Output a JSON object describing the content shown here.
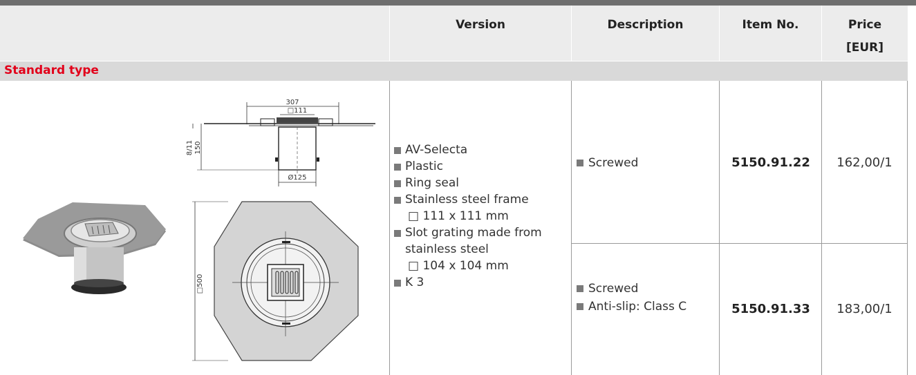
{
  "header": {
    "version": "Version",
    "description": "Description",
    "item_no": "Item No.",
    "price_line1": "Price",
    "price_line2": "[EUR]"
  },
  "section": {
    "title": "Standard type"
  },
  "drawing": {
    "dim_width": "307",
    "dim_frame": "□111",
    "dim_height_small": "8/11",
    "dim_height": "150",
    "dim_pipe": "Ø125",
    "dim_plan": "□500"
  },
  "version_list": [
    "AV-Selecta",
    "Plastic",
    "Ring seal",
    "Stainless steel frame",
    "□ 111 x 111 mm",
    "Slot grating made from",
    "stainless steel",
    "□ 104 x 104 mm",
    "K 3"
  ],
  "rows": [
    {
      "desc": [
        "Screwed"
      ],
      "item": "5150.91.22",
      "price": "162,00/1"
    },
    {
      "desc": [
        "Screwed",
        "Anti-slip: Class C"
      ],
      "item": "5150.91.33",
      "price": "183,00/1"
    }
  ],
  "colors": {
    "accent": "#e2001a",
    "header_bg": "#ececec",
    "section_bg": "#d9d9d9"
  }
}
